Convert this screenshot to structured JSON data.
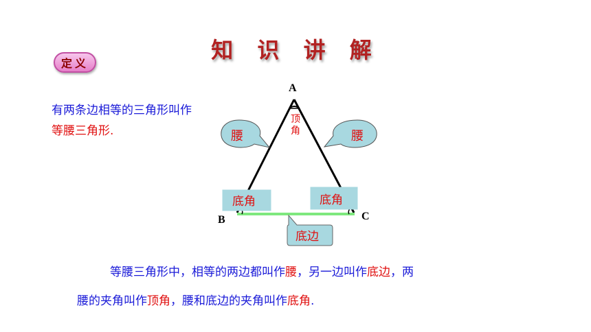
{
  "title": "知 识 讲 解",
  "badge": "定义",
  "definition": {
    "line1": "有两条边相等的三角形叫作",
    "line2": "等腰三角形."
  },
  "diagram": {
    "vertex_a": "A",
    "vertex_b": "B",
    "vertex_c": "C",
    "apex_angle_line1": "顶",
    "apex_angle_line2": "角",
    "leg_left": "腰",
    "leg_right": "腰",
    "base_angle_left": "底角",
    "base_angle_right": "底角",
    "base": "底边",
    "colors": {
      "callout_fill": "#a8d8e0",
      "base_line": "#7ee87e",
      "label_red": "#e01010"
    }
  },
  "paragraph": {
    "s1": "等腰三角形中，相等的两边都叫作",
    "h1": "腰",
    "s2": "，另一边叫作",
    "h2": "底边",
    "s3": "，两",
    "s4": "腰的夹角叫作",
    "h3": "顶角",
    "s5": "，腰和底边的夹角叫作",
    "h4": "底角",
    "s6": "."
  }
}
